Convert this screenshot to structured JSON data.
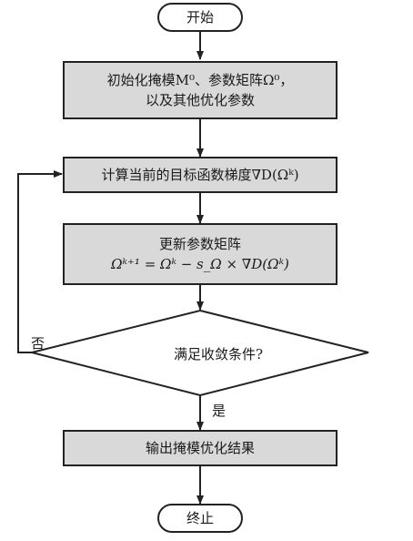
{
  "start": "开始",
  "step_init": {
    "line1": "初始化掩模M⁰、参数矩阵Ω⁰，",
    "line2": "以及其他优化参数"
  },
  "step_gradient": "计算当前的目标函数梯度∇D(Ωᵏ)",
  "step_update": {
    "line1": "更新参数矩阵",
    "line2": "Ωᵏ⁺¹ = Ωᵏ − s_Ω × ∇D(Ωᵏ)"
  },
  "decision": "满足收敛条件?",
  "label_no": "否",
  "label_yes": "是",
  "step_output": "输出掩模优化结果",
  "end": "终止"
}
